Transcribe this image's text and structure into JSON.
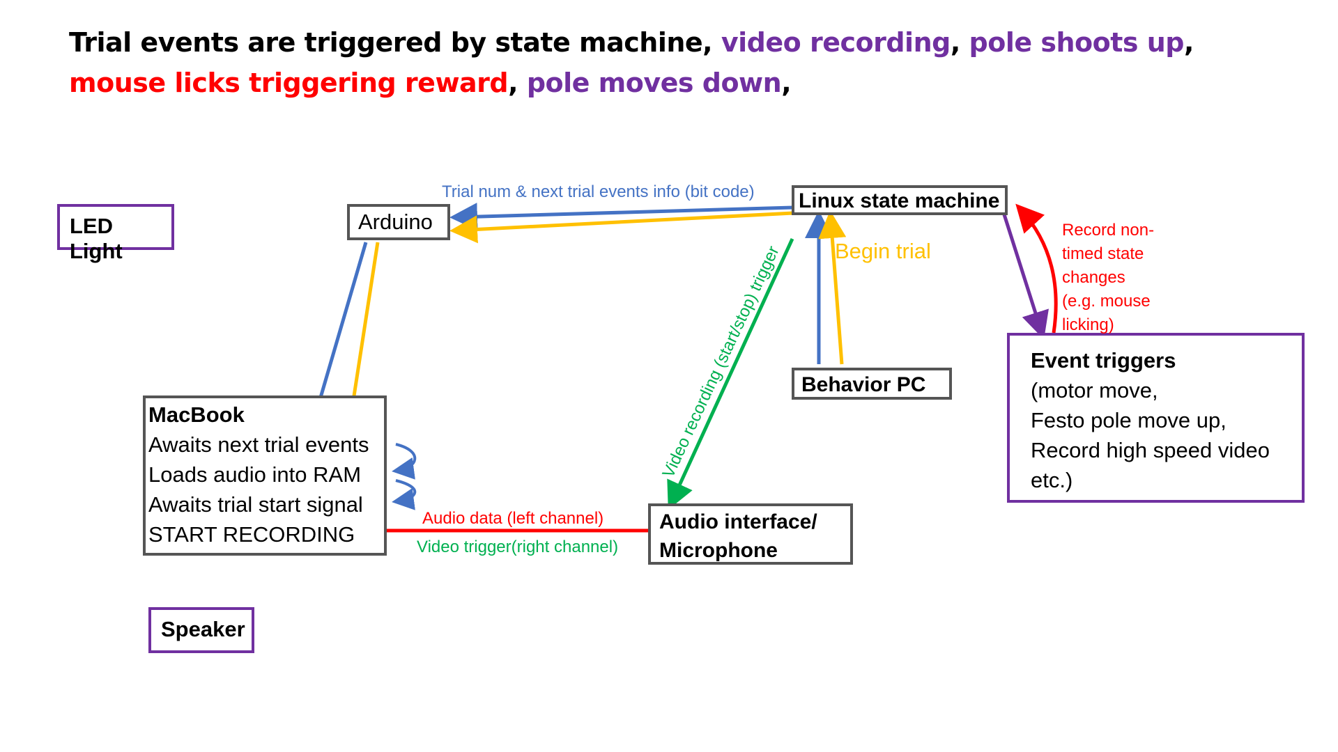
{
  "title": {
    "parts": [
      {
        "text": "Trial events are triggered by state machine, ",
        "color": "#000000"
      },
      {
        "text": "video recording",
        "color": "#7030A0"
      },
      {
        "text": ", ",
        "color": "#000000"
      },
      {
        "text": "pole shoots up",
        "color": "#7030A0"
      },
      {
        "text": ", ",
        "color": "#000000"
      },
      {
        "text": "mouse licks triggering reward",
        "color": "#FF0000"
      },
      {
        "text": ", ",
        "color": "#000000"
      },
      {
        "text": "pole moves down",
        "color": "#7030A0"
      },
      {
        "text": ",",
        "color": "#000000"
      }
    ]
  },
  "nodes": {
    "led_light": "LED Light",
    "arduino": "Arduino",
    "linux_state_machine": "Linux state machine",
    "behavior_pc": "Behavior PC",
    "macbook": {
      "heading": "MacBook",
      "lines": [
        "Awaits next trial events",
        "Loads audio into RAM",
        "Awaits trial start signal",
        "START RECORDING"
      ]
    },
    "audio_interface": [
      "Audio interface/",
      "Microphone"
    ],
    "event_triggers": {
      "heading": "Event triggers",
      "lines": [
        "(motor move,",
        "Festo pole move up,",
        "Record high speed video",
        "etc.)"
      ]
    },
    "speaker": "Speaker"
  },
  "labels": {
    "trial_info": "Trial num & next trial events info (bit code)",
    "begin_trial": "Begin trial",
    "video_trigger_diag": "Video recording (start/stop) trigger",
    "record_nontimed": [
      "Record non-",
      "timed state",
      "changes",
      "(e.g. mouse",
      "licking)"
    ],
    "audio_data": "Audio data (left channel)",
    "video_trigger_right": "Video trigger(right channel)"
  },
  "colors": {
    "blue": "#4472C4",
    "yellow": "#FFC000",
    "green": "#00B050",
    "red": "#FF0000",
    "purple": "#7030A0",
    "box_border": "#555555"
  }
}
